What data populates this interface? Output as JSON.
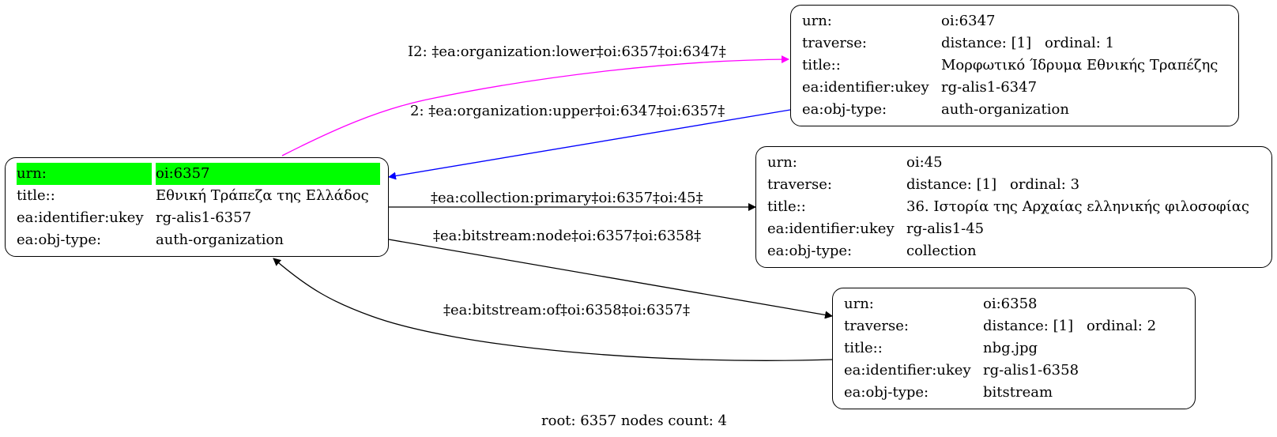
{
  "nodes": {
    "root": {
      "urn_label": "urn:",
      "urn_value": "oi:6357",
      "title_label": "title::",
      "title_value": "Εθνική Τράπεζα της Ελλάδος",
      "ukey_label": "ea:identifier:ukey",
      "ukey_value": "rg-alis1-6357",
      "type_label": "ea:obj-type:",
      "type_value": "auth-organization"
    },
    "n6347": {
      "urn_label": "urn:",
      "urn_value": "oi:6347",
      "traverse_label": "traverse:",
      "distance": "distance: [1]",
      "ordinal": "ordinal: 1",
      "title_label": "title::",
      "title_value": "Μορφωτικό Ίδρυμα Εθνικής Τραπέζης",
      "ukey_label": "ea:identifier:ukey",
      "ukey_value": "rg-alis1-6347",
      "type_label": "ea:obj-type:",
      "type_value": "auth-organization"
    },
    "n45": {
      "urn_label": "urn:",
      "urn_value": "oi:45",
      "traverse_label": "traverse:",
      "distance": "distance: [1]",
      "ordinal": "ordinal: 3",
      "title_label": "title::",
      "title_value": "36. Ιστορία της Αρχαίας ελληνικής φιλοσοφίας",
      "ukey_label": "ea:identifier:ukey",
      "ukey_value": "rg-alis1-45",
      "type_label": "ea:obj-type:",
      "type_value": "collection"
    },
    "n6358": {
      "urn_label": "urn:",
      "urn_value": "oi:6358",
      "traverse_label": "traverse:",
      "distance": "distance: [1]",
      "ordinal": "ordinal: 2",
      "title_label": "title::",
      "title_value": "nbg.jpg",
      "ukey_label": "ea:identifier:ukey",
      "ukey_value": "rg-alis1-6358",
      "type_label": "ea:obj-type:",
      "type_value": "bitstream"
    }
  },
  "edges": {
    "lower": "I2: ‡ea:organization:lower‡oi:6357‡oi:6347‡",
    "upper": "2: ‡ea:organization:upper‡oi:6347‡oi:6357‡",
    "collection": "‡ea:collection:primary‡oi:6357‡oi:45‡",
    "node": "‡ea:bitstream:node‡oi:6357‡oi:6358‡",
    "of": "‡ea:bitstream:of‡oi:6358‡oi:6357‡"
  },
  "colors": {
    "lower": "#ff00ff",
    "upper": "#0000ff",
    "default": "#000000",
    "highlight": "#00ff00"
  },
  "footer": "root: 6357 nodes count: 4"
}
